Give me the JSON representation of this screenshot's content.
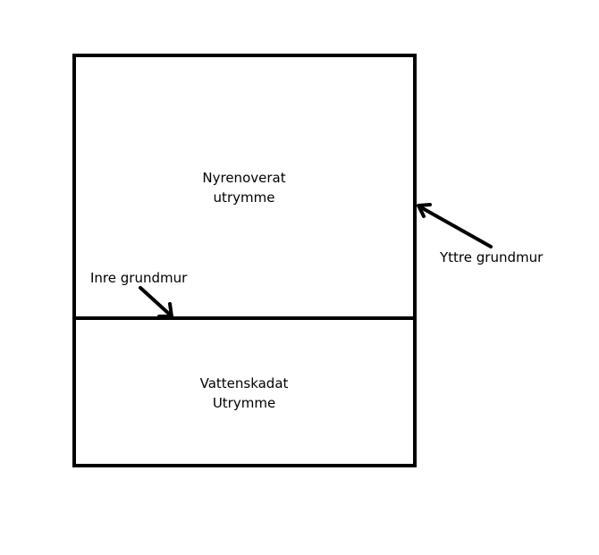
{
  "diagram": {
    "rooms": {
      "upper": {
        "line1": "Nyrenoverat",
        "line2": "utrymme"
      },
      "lower": {
        "line1": "Vattenskadat",
        "line2": "Utrymme"
      }
    },
    "labels": {
      "inner_wall": "Inre grundmur",
      "outer_wall": "Yttre grundmur"
    },
    "colors": {
      "stroke": "#000000",
      "background": "#ffffff"
    }
  }
}
